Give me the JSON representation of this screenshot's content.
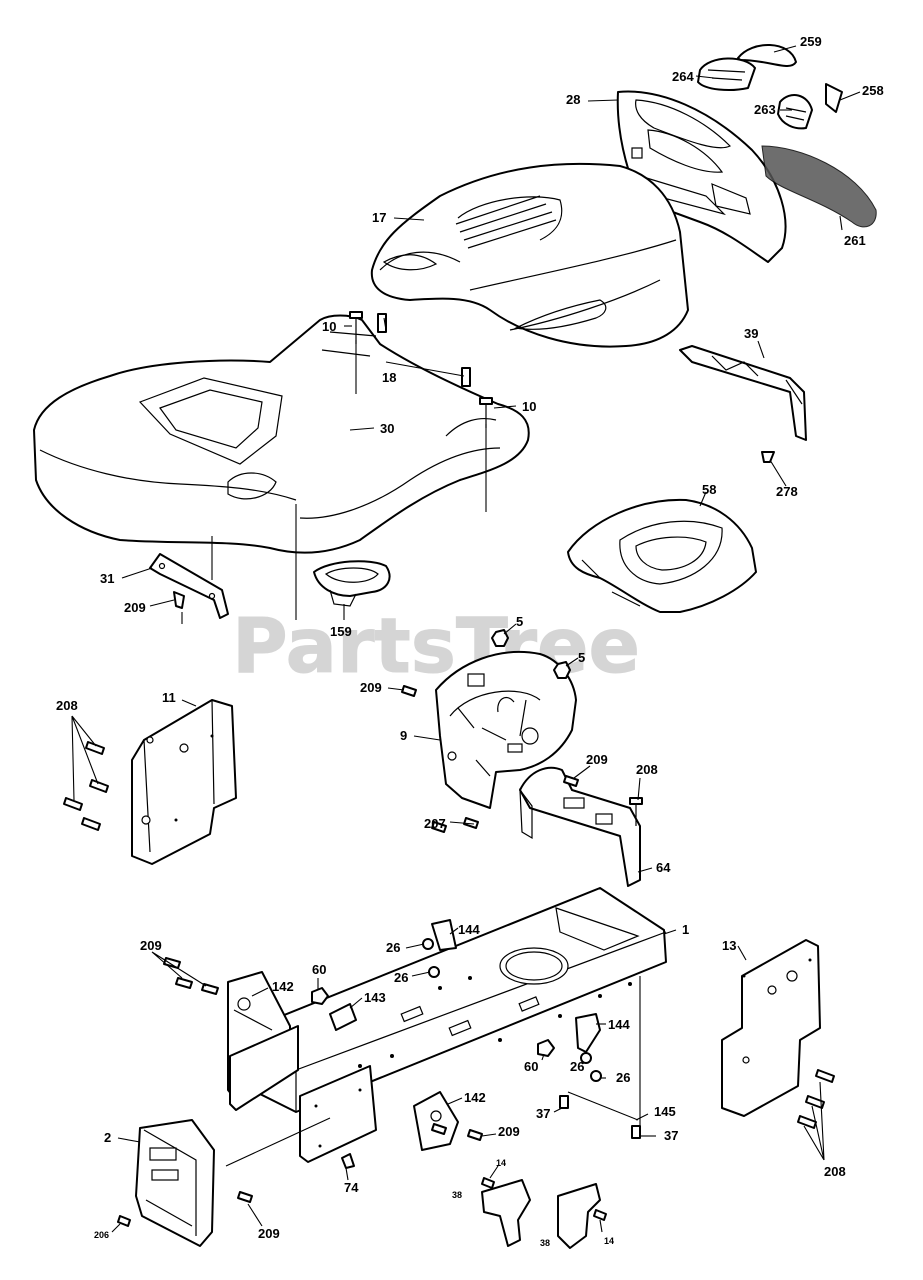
{
  "watermark": {
    "text": "PartsTree",
    "trademark": "™",
    "color": "#c8c8c8"
  },
  "callouts": {
    "c259": "259",
    "c264": "264",
    "c258": "258",
    "c28": "28",
    "c263": "263",
    "c261": "261",
    "c17": "17",
    "c10a": "10",
    "c18": "18",
    "c10b": "10",
    "c30": "30",
    "c39": "39",
    "c278": "278",
    "c58": "58",
    "c31": "31",
    "c209a": "209",
    "c159": "159",
    "c5a": "5",
    "c5b": "5",
    "c209b": "209",
    "c208a": "208",
    "c11": "11",
    "c9": "9",
    "c209c": "209",
    "c208b": "208",
    "c207": "207",
    "c64": "64",
    "c1": "1",
    "c144a": "144",
    "c13": "13",
    "c209d": "209",
    "c26a": "26",
    "c26b": "26",
    "c60a": "60",
    "c142a": "142",
    "c143": "143",
    "c144b": "144",
    "c60b": "60",
    "c26c": "26",
    "c26d": "26",
    "c142b": "142",
    "c145": "145",
    "c37a": "37",
    "c209e": "209",
    "c37b": "37",
    "c2": "2",
    "c74": "74",
    "c14a": "14",
    "c208c": "208",
    "c38a": "38",
    "c206": "206",
    "c209f": "209",
    "c38b": "38",
    "c14b": "14"
  }
}
